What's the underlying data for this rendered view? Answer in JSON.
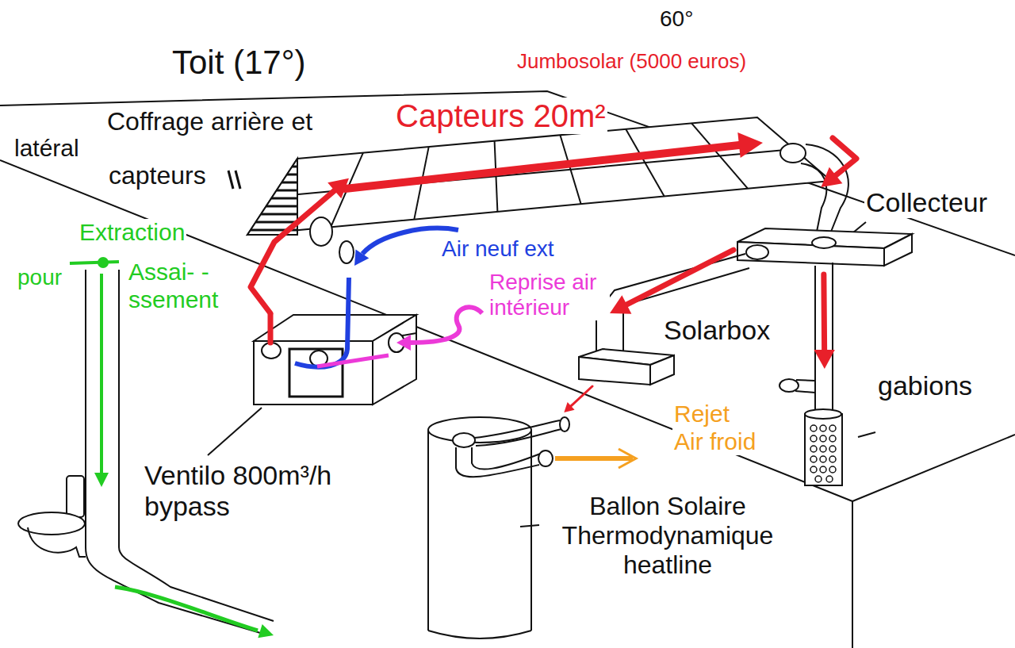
{
  "diagram": {
    "nodes": [
      {
        "text": [
          "Jumbosolar (5000 euros)",
          "Capteurs 20m²"
        ]
      },
      {
        "text": [
          "Collecteur"
        ]
      },
      {
        "text": [
          "Ventilo 800m³/h bypass"
        ]
      },
      {
        "text": [
          "Solarbox"
        ]
      },
      {
        "text": [
          "gabions"
        ]
      },
      {
        "text": [
          "Ballon Solaire Thermodynamique heatline"
        ]
      }
    ],
    "edges": [
      {
        "from": 0,
        "to": 1,
        "arrow": "to"
      },
      {
        "from": 1,
        "to": 3,
        "arrow": "to"
      },
      {
        "from": 1,
        "to": 4,
        "arrow": "to"
      },
      {
        "from": 3,
        "to": 5,
        "arrow": "to"
      },
      {
        "from": 2,
        "to": 0,
        "arrow": "to"
      }
    ],
    "labels": [
      "Toit (17°)",
      "60°",
      "latéral",
      "Coffrage arrière et",
      "capteurs",
      "Extraction",
      "pour",
      "Assai- -ssement",
      "Air neuf ext",
      "Reprise air intérieur",
      "Rejet Air froid"
    ]
  }
}
